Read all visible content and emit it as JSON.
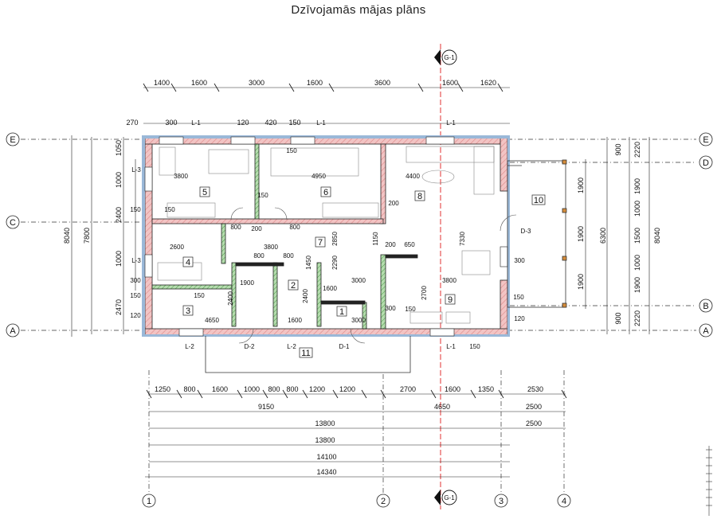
{
  "title": "Dzīvojamās mājas plāns",
  "section_marker": "G-1",
  "axes": {
    "rows": [
      "E",
      "D",
      "C",
      "B",
      "A"
    ],
    "columns": [
      "1",
      "2",
      "3",
      "4"
    ]
  },
  "dims_top": [
    "1400",
    "1600",
    "3000",
    "1600",
    "3600",
    "1600",
    "1620"
  ],
  "dims_top_inner": [
    "270",
    "300",
    "120",
    "420",
    "150"
  ],
  "dims_bottom_row1": [
    "1250",
    "800",
    "1600",
    "1000",
    "800",
    "800",
    "1200",
    "1200",
    "2700",
    "1600",
    "1350",
    "2530"
  ],
  "dims_bottom_row2": [
    "9150",
    "4650",
    "2500"
  ],
  "dims_bottom_row3": [
    "13800",
    "2500"
  ],
  "dims_bottom_total": [
    "13800",
    "14100",
    "14340"
  ],
  "dims_left_outer": [
    "8040",
    "7800"
  ],
  "dims_left_inner": [
    "1050",
    "1000",
    "2400",
    "1000",
    "2470"
  ],
  "dims_left_small": [
    "150",
    "300",
    "150",
    "120"
  ],
  "dims_right_outer": [
    "8040"
  ],
  "dims_right_mid": [
    "2220",
    "6300",
    "2220"
  ],
  "dims_right_inner": [
    "900",
    "1900",
    "1000",
    "1500",
    "1000",
    "1900",
    "900"
  ],
  "dims_right_frame": [
    "1900",
    "1900",
    "1900"
  ],
  "lintels": [
    "L-1",
    "L-1",
    "L-1",
    "L-2",
    "L-2",
    "L-1",
    "L-3",
    "L-3"
  ],
  "doors": [
    "D-2",
    "D-1",
    "D-3"
  ],
  "rooms": [
    "1",
    "2",
    "3",
    "4",
    "5",
    "6",
    "7",
    "8",
    "9",
    "10",
    "11"
  ],
  "room_dims": [
    "3800",
    "4950",
    "4400",
    "2600",
    "3800",
    "4650",
    "1600",
    "3000",
    "3000",
    "3800",
    "800",
    "800",
    "800",
    "200",
    "200",
    "800",
    "1900",
    "2290",
    "2700",
    "650",
    "200",
    "150",
    "150",
    "150",
    "150",
    "300",
    "150",
    "120",
    "1150",
    "1450",
    "2850",
    "1600",
    "2400",
    "2400",
    "150",
    "150",
    "300",
    "7330"
  ]
}
